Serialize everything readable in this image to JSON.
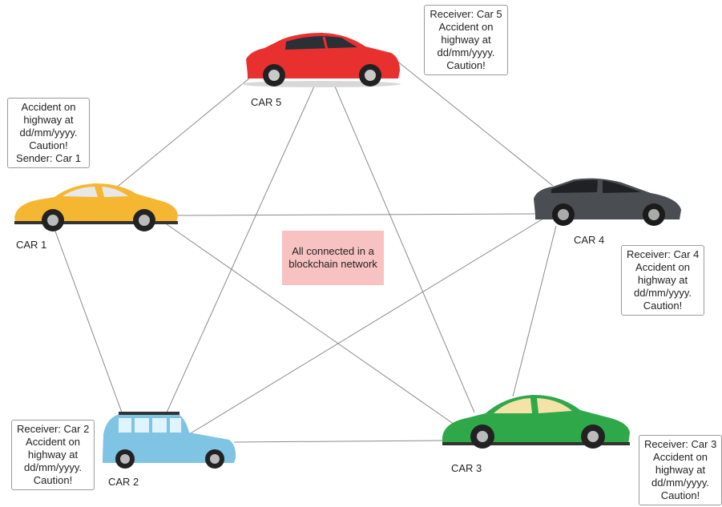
{
  "center_label": "All connected in a blockchain network",
  "cars": [
    {
      "id": "car1",
      "label": "CAR 1",
      "body_color": "#f5b731",
      "note": [
        "Accident on",
        "highway at",
        "dd/mm/yyyy.",
        "Caution!",
        "Sender: Car 1"
      ]
    },
    {
      "id": "car2",
      "label": "CAR 2",
      "body_color": "#7fc4e3",
      "note": [
        "Receiver: Car 2",
        "Accident on",
        "highway at",
        "dd/mm/yyyy.",
        "Caution!"
      ]
    },
    {
      "id": "car3",
      "label": "CAR 3",
      "body_color": "#2fa84a",
      "note": [
        "Receiver: Car 3",
        "Accident on",
        "highway at",
        "dd/mm/yyyy.",
        "Caution!"
      ]
    },
    {
      "id": "car4",
      "label": "CAR 4",
      "body_color": "#4a4d52",
      "note": [
        "Receiver: Car 4",
        "Accident on",
        "highway at",
        "dd/mm/yyyy.",
        "Caution!"
      ]
    },
    {
      "id": "car5",
      "label": "CAR 5",
      "body_color": "#e8302f",
      "note": [
        "Receiver: Car 5",
        "Accident on",
        "highway at",
        "dd/mm/yyyy.",
        "Caution!"
      ]
    }
  ],
  "connections": [
    [
      "car1",
      "car2"
    ],
    [
      "car1",
      "car3"
    ],
    [
      "car1",
      "car4"
    ],
    [
      "car1",
      "car5"
    ],
    [
      "car2",
      "car3"
    ],
    [
      "car2",
      "car4"
    ],
    [
      "car2",
      "car5"
    ],
    [
      "car3",
      "car4"
    ],
    [
      "car3",
      "car5"
    ],
    [
      "car4",
      "car5"
    ]
  ]
}
